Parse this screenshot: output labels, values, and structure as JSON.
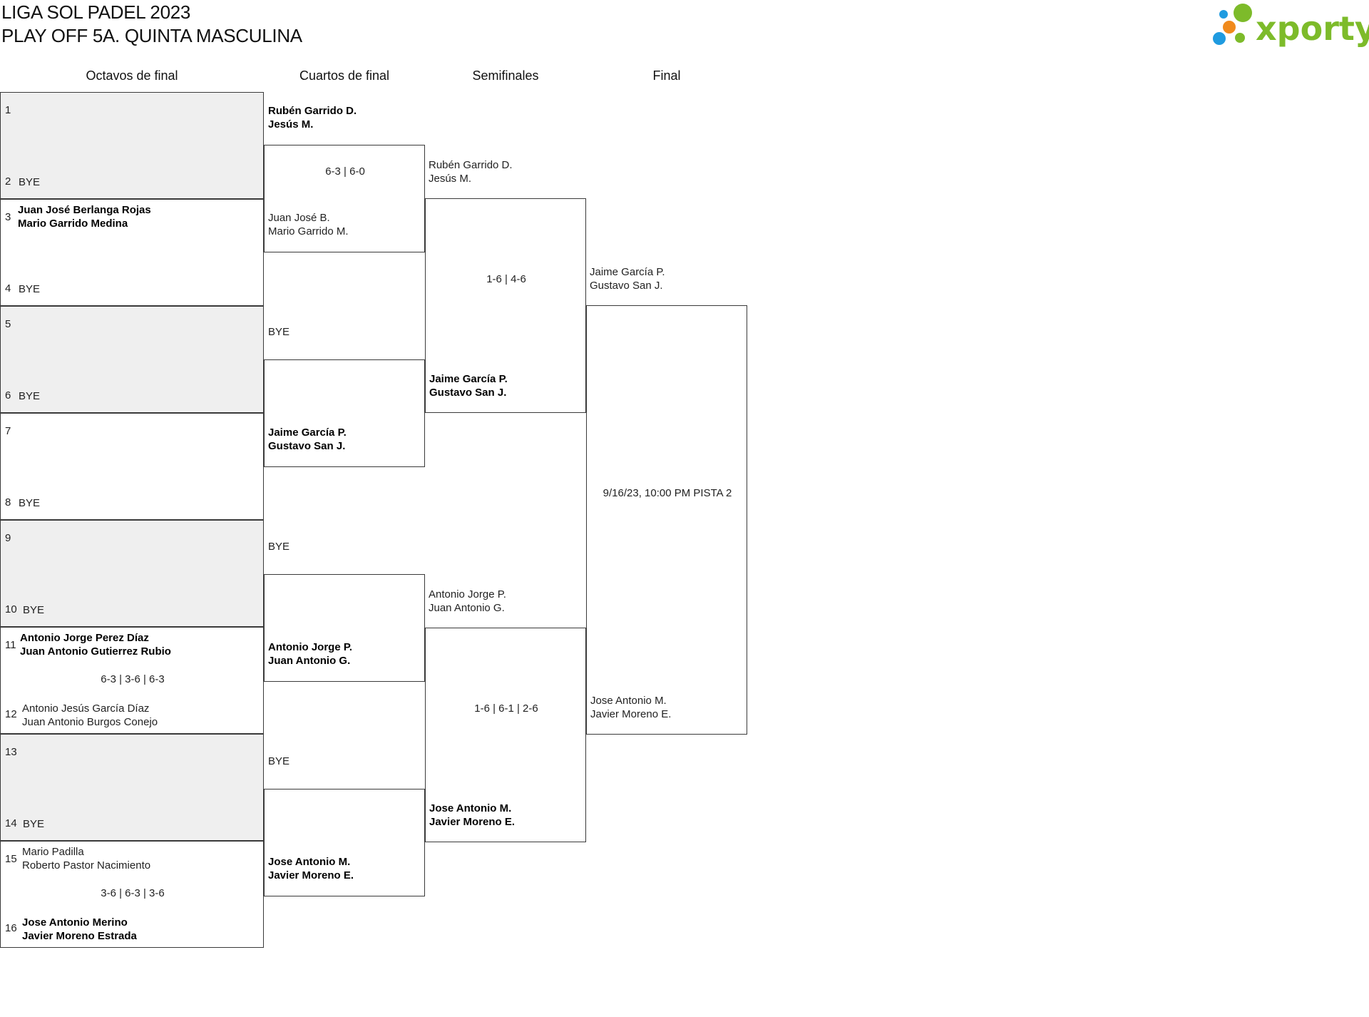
{
  "header": {
    "title_line1": "LIGA SOL PADEL 2023",
    "title_line2": "PLAY OFF 5A. QUINTA MASCULINA",
    "logo_text": "xporty"
  },
  "columns": {
    "r16": "Octavos de final",
    "qf": "Cuartos de final",
    "sf": "Semifinales",
    "final": "Final"
  },
  "r16": [
    {
      "seed_a": "1",
      "team_a": [],
      "seed_b": "2",
      "team_b": [
        "BYE"
      ],
      "score": ""
    },
    {
      "seed_a": "3",
      "team_a": [
        "Juan José Berlanga Rojas",
        "Mario Garrido Medina"
      ],
      "seed_b": "4",
      "team_b": [
        "BYE"
      ],
      "score": ""
    },
    {
      "seed_a": "5",
      "team_a": [],
      "seed_b": "6",
      "team_b": [
        "BYE"
      ],
      "score": ""
    },
    {
      "seed_a": "7",
      "team_a": [],
      "seed_b": "8",
      "team_b": [
        "BYE"
      ],
      "score": ""
    },
    {
      "seed_a": "9",
      "team_a": [],
      "seed_b": "10",
      "team_b": [
        "BYE"
      ],
      "score": ""
    },
    {
      "seed_a": "11",
      "team_a": [
        "Antonio Jorge Perez Díaz",
        "Juan Antonio Gutierrez Rubio"
      ],
      "seed_b": "12",
      "team_b": [
        "Antonio Jesús García Díaz",
        "Juan Antonio Burgos Conejo"
      ],
      "score": "6-3 | 3-6 | 6-3"
    },
    {
      "seed_a": "13",
      "team_a": [],
      "seed_b": "14",
      "team_b": [
        "BYE"
      ],
      "score": ""
    },
    {
      "seed_a": "15",
      "team_a": [
        "Mario Padilla",
        "Roberto Pastor Nacimiento"
      ],
      "seed_b": "16",
      "team_b": [
        "Jose Antonio Merino",
        "Javier Moreno Estrada"
      ],
      "score": "3-6 | 6-3 | 3-6"
    }
  ],
  "qf": [
    {
      "team_a": [
        "Rubén Garrido D.",
        "Jesús M."
      ],
      "team_b": [
        "Juan José B.",
        "Mario Garrido M."
      ],
      "score": "6-3 | 6-0"
    },
    {
      "team_a": [
        "BYE"
      ],
      "team_b": [
        "Jaime García P.",
        "Gustavo San J."
      ],
      "score": ""
    },
    {
      "team_a": [
        "BYE"
      ],
      "team_b": [
        "Antonio Jorge P.",
        "Juan Antonio G."
      ],
      "score": ""
    },
    {
      "team_a": [
        "BYE"
      ],
      "team_b": [
        "Jose Antonio M.",
        "Javier Moreno E."
      ],
      "score": ""
    }
  ],
  "sf": [
    {
      "team_a": [
        "Rubén Garrido D.",
        "Jesús M."
      ],
      "team_b": [
        "Jaime García P.",
        "Gustavo San J."
      ],
      "score": "1-6 | 4-6"
    },
    {
      "team_a": [
        "Antonio Jorge P.",
        "Juan Antonio G."
      ],
      "team_b": [
        "Jose Antonio M.",
        "Javier Moreno E."
      ],
      "score": "1-6 | 6-1 | 2-6"
    }
  ],
  "final": {
    "team_a": [
      "Jaime García P.",
      "Gustavo San J."
    ],
    "team_b": [
      "Jose Antonio M.",
      "Javier Moreno E."
    ],
    "schedule": "9/16/23, 10:00 PM PISTA 2"
  },
  "colors": {
    "slot_gray": "#efefef",
    "border": "#3a3a3a",
    "logo_green": "#7dbb2a",
    "logo_blue": "#1f9be0",
    "logo_orange": "#f08a1c"
  }
}
